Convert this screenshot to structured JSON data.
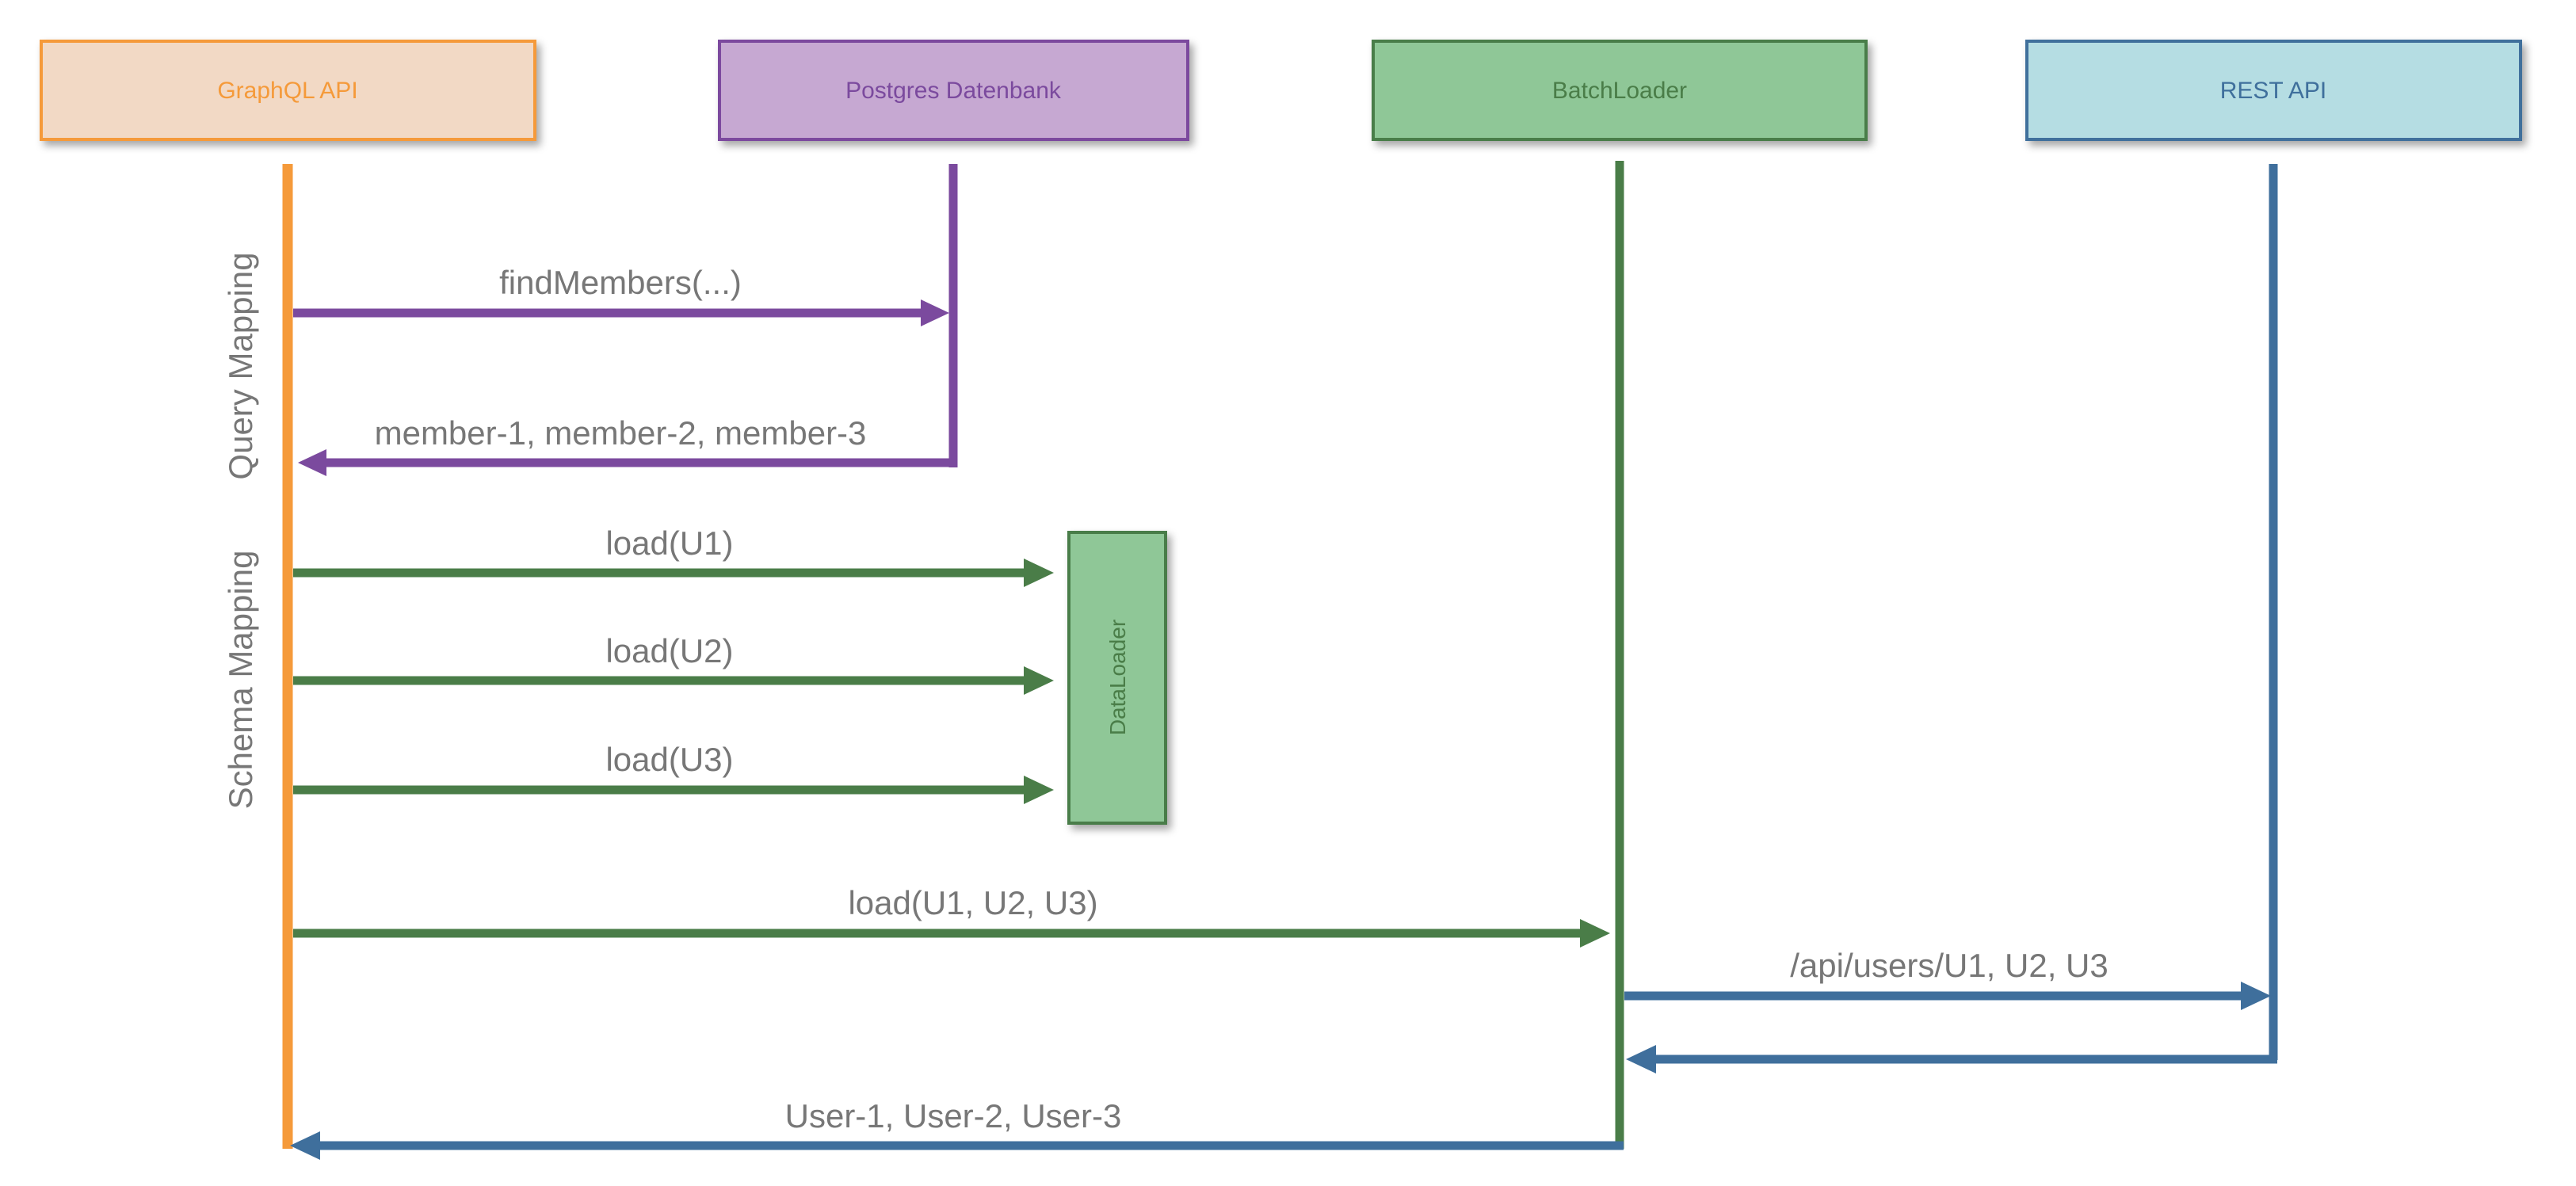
{
  "participants": {
    "graphql": {
      "label": "GraphQL API",
      "fill": "#f2d9c5",
      "stroke": "#f59a3a",
      "text": "#f59a3a"
    },
    "postgres": {
      "label": "Postgres Datenbank",
      "fill": "#c6a8d2",
      "stroke": "#7b4a9e",
      "text": "#7b4a9e"
    },
    "batchloader": {
      "label": "BatchLoader",
      "fill": "#8fc797",
      "stroke": "#4a7d48",
      "text": "#4a7d48"
    },
    "rest": {
      "label": "REST API",
      "fill": "#b5dde3",
      "stroke": "#3f6f9c",
      "text": "#3f6f9c"
    }
  },
  "phases": {
    "query": "Query Mapping",
    "schema": "Schema Mapping"
  },
  "dataloader": {
    "label": "DataLoader",
    "fill": "#8fc797",
    "stroke": "#4a7d48",
    "text": "#4a7d48"
  },
  "messages": {
    "find_members": "findMembers(...)",
    "members_return": "member-1, member-2, member-3",
    "load_u1": "load(U1)",
    "load_u2": "load(U2)",
    "load_u3": "load(U3)",
    "load_batch": "load(U1, U2, U3)",
    "rest_call": "/api/users/U1, U2, U3",
    "users_return": "User-1, User-2, User-3"
  },
  "colors": {
    "label_text": "#777777",
    "purple": "#7b4a9e",
    "green": "#4a7d48",
    "blue": "#3f6f9c",
    "orange": "#f59a3a"
  }
}
